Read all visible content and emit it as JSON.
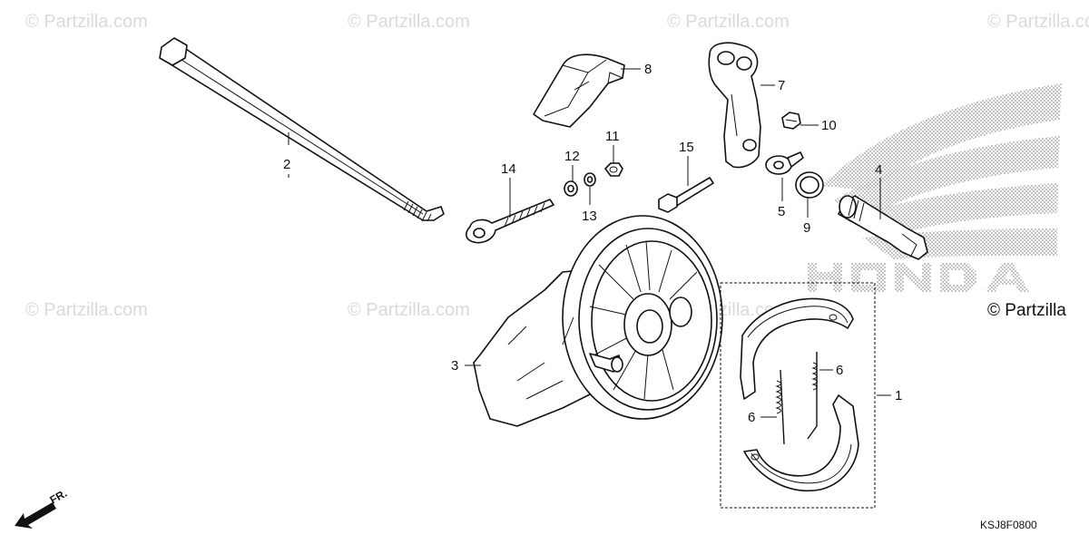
{
  "watermarks": [
    "© Partzilla.com",
    "© Partzilla.com",
    "© Partzilla.com",
    "© Partzilla.com",
    "© Partzilla.com",
    "© Partzilla.com",
    "© Partzilla.com"
  ],
  "callouts": {
    "c1": "1",
    "c2": "2",
    "c3": "3",
    "c4": "4",
    "c5": "5",
    "c6a": "6",
    "c6b": "6",
    "c7": "7",
    "c8": "8",
    "c9": "9",
    "c10": "10",
    "c11": "11",
    "c12": "12",
    "c13": "13",
    "c14": "14",
    "c15": "15"
  },
  "copyright": "© Partzilla",
  "diagram_code": "KSJ8F0800",
  "front_marker": "FR.",
  "logo": {
    "text": "HONDA",
    "color": "#9a9a9a"
  },
  "colors": {
    "line": "#111111",
    "watermark": "#dadada"
  }
}
